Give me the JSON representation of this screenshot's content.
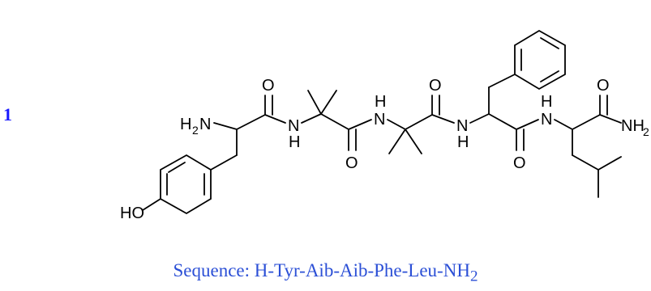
{
  "compound": {
    "number": "1",
    "number_color": "#1a1aff"
  },
  "structure": {
    "atoms": {
      "amine": "H",
      "amine_sub": "2",
      "amine_n": "N",
      "o1": "O",
      "nh1_n": "N",
      "nh1_h": "H",
      "o2": "O",
      "nh2_h": "H",
      "nh2_n": "N",
      "o3": "O",
      "nh3_n": "N",
      "nh3_h": "H",
      "o4": "O",
      "nh4_h": "H",
      "nh4_n": "N",
      "o5": "O",
      "amide_nh": "NH",
      "amide_sub": "2",
      "hydroxyl": "HO"
    }
  },
  "caption": {
    "prefix": "Sequence: H-Tyr-Aib-Aib-Phe-Leu-NH",
    "subscript": "2",
    "color": "#2b4fd6"
  }
}
